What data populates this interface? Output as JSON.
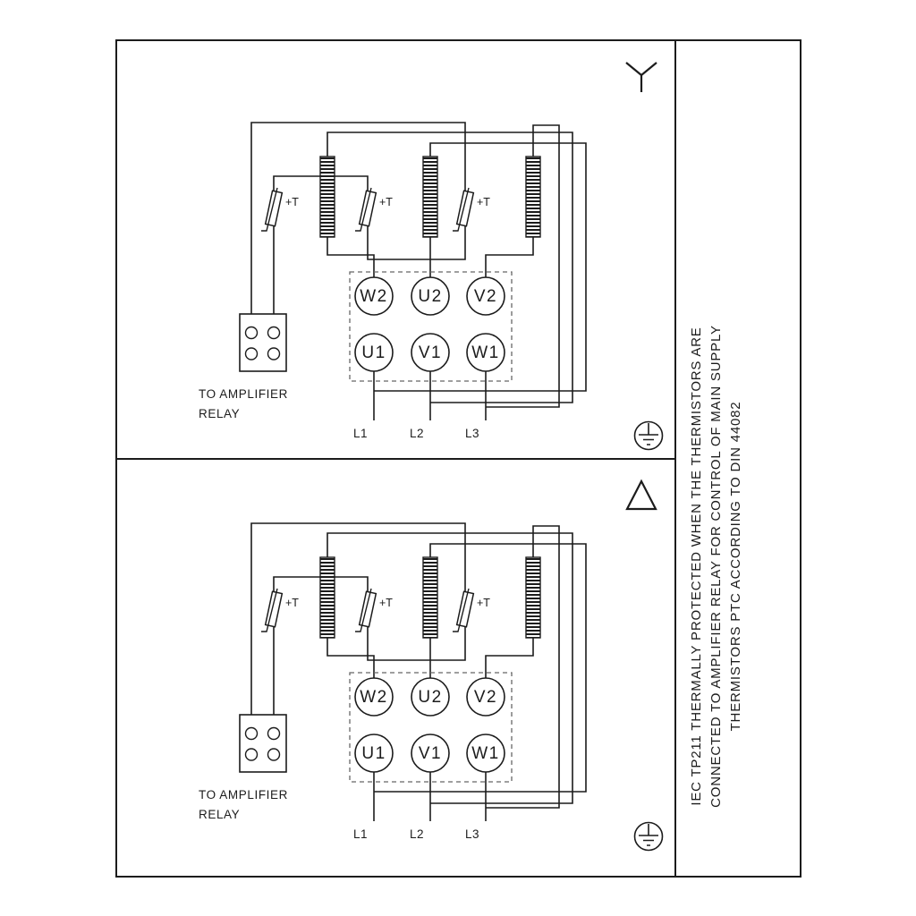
{
  "side_note": {
    "line1": "IEC TP211 THERMALLY PROTECTED WHEN THE THERMISTORS ARE",
    "line2": "CONNECTED TO AMPLIFIER RELAY FOR CONTROL OF MAIN SUPPLY",
    "line3": "THERMISTORS PTC ACCORDING TO DIN 44082"
  },
  "diagrams": [
    {
      "name": "star",
      "connection_symbol": "star",
      "relay_note_line1": "TO AMPLIFIER",
      "relay_note_line2": "RELAY",
      "thermistor_label": "+T",
      "terminals_top": [
        "W2",
        "U2",
        "V2"
      ],
      "terminals_bottom": [
        "U1",
        "V1",
        "W1"
      ],
      "supply_labels": [
        "L1",
        "L2",
        "L3"
      ]
    },
    {
      "name": "delta",
      "connection_symbol": "delta",
      "relay_note_line1": "TO AMPLIFIER",
      "relay_note_line2": "RELAY",
      "thermistor_label": "+T",
      "terminals_top": [
        "W2",
        "U2",
        "V2"
      ],
      "terminals_bottom": [
        "U1",
        "V1",
        "W1"
      ],
      "supply_labels": [
        "L1",
        "L2",
        "L3"
      ]
    }
  ],
  "colors": {
    "line": "#1c1c1c",
    "background": "#ffffff",
    "dashed_box": "#666666"
  }
}
